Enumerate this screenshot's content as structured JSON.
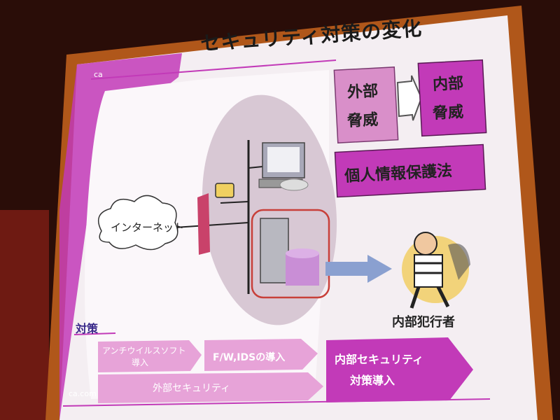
{
  "slide": {
    "title": "セキュリティ対策の変化",
    "logo_top": "ca",
    "logo_bottom": "ca.com",
    "external_threat": [
      "外部",
      "脅威"
    ],
    "internal_threat": [
      "内部",
      "脅威"
    ],
    "privacy_law": "個人情報保護法",
    "internet": "インターネット",
    "insider": "内部犯行者",
    "measures_label": "対策",
    "arrows": {
      "antivirus": [
        "アンチウイルスソフト",
        "導入"
      ],
      "fw_ids": "F/W,IDSの導入",
      "external_security": "外部セキュリティ",
      "internal_security": [
        "内部セキュリティ",
        "対策導入"
      ]
    }
  },
  "colors": {
    "magenta": "#c23ab8",
    "pink_box": "#d98fc9",
    "arrow_pink": "#e7a3d8",
    "screen_frame": "#b0571a",
    "slide_bg": "#f4eef2",
    "ellipse": "#d8c8d4"
  }
}
